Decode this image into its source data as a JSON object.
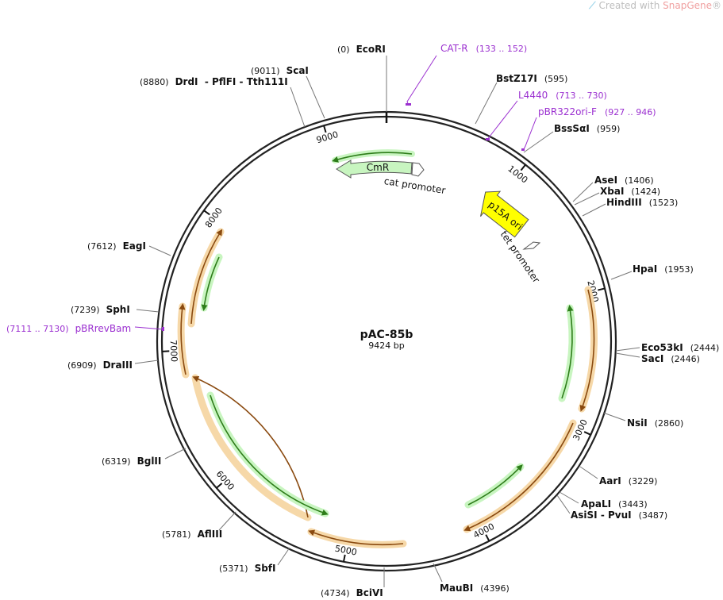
{
  "watermark": {
    "text": "Created with ",
    "brand": "SnapGene",
    "reg": "®"
  },
  "map": {
    "name": "pAC-85b",
    "length_text": "9424 bp",
    "length": 9424,
    "sites": [
      {
        "pos": 0,
        "name": "EcoRI",
        "num": "(0)"
      },
      {
        "pos": 595,
        "name": "BstZ17I",
        "num": "(595)"
      },
      {
        "pos": 959,
        "name": "BssSαI",
        "num": "(959)"
      },
      {
        "pos": 1406,
        "name": "AseI",
        "num": "(1406)"
      },
      {
        "pos": 1424,
        "name": "XbaI",
        "num": "(1424)"
      },
      {
        "pos": 1523,
        "name": "HindIII",
        "num": "(1523)"
      },
      {
        "pos": 1953,
        "name": "HpaI",
        "num": "(1953)"
      },
      {
        "pos": 2444,
        "name": "Eco53kI",
        "num": "(2444)"
      },
      {
        "pos": 2446,
        "name": "SacI",
        "num": "(2446)"
      },
      {
        "pos": 2860,
        "name": "NsiI",
        "num": "(2860)"
      },
      {
        "pos": 3229,
        "name": "AarI",
        "num": "(3229)"
      },
      {
        "pos": 3443,
        "name": "ApaLI",
        "num": "(3443)"
      },
      {
        "pos": 3487,
        "name": "AsiSI - PvuI",
        "num": "(3487)"
      },
      {
        "pos": 4396,
        "name": "MauBI",
        "num": "(4396)"
      },
      {
        "pos": 4734,
        "name": "BciVI",
        "num": "(4734)"
      },
      {
        "pos": 5371,
        "name": "SbfI",
        "num": "(5371)"
      },
      {
        "pos": 5781,
        "name": "AflIII",
        "num": "(5781)"
      },
      {
        "pos": 6319,
        "name": "BglII",
        "num": "(6319)"
      },
      {
        "pos": 6909,
        "name": "DraIII",
        "num": "(6909)"
      },
      {
        "pos": 7239,
        "name": "SphI",
        "num": "(7239)"
      },
      {
        "pos": 7612,
        "name": "EagI",
        "num": "(7612)"
      },
      {
        "pos": 8880,
        "name": "DrdI  - PflFI - Tth111I",
        "num": "(8880)"
      },
      {
        "pos": 9011,
        "name": "ScaI",
        "num": "(9011)"
      }
    ],
    "primers": [
      {
        "name": "CAT-R",
        "range": "(133 .. 152)"
      },
      {
        "name": "L4440",
        "range": "(713 .. 730)"
      },
      {
        "name": "pBR322ori-F",
        "range": "(927 .. 946)"
      },
      {
        "name": "pBRrevBam",
        "range": "(7111 .. 7130)"
      }
    ],
    "ticks": [
      "1000",
      "2000",
      "3000",
      "4000",
      "5000",
      "6000",
      "7000",
      "8000",
      "9000"
    ],
    "features": {
      "cmr": "CmR",
      "cat_promoter": "cat promoter",
      "p15a": "p15A ori",
      "tet_promoter": "tet promoter"
    },
    "colors": {
      "backbone": "#222222",
      "primer": "#9b30d0",
      "orf_green": "#c8f5c0",
      "orf_green_edge": "#2e7d1a",
      "orange": "#f6d8a8",
      "orange_edge": "#8a4a10",
      "yellow": "#ffff00"
    }
  }
}
